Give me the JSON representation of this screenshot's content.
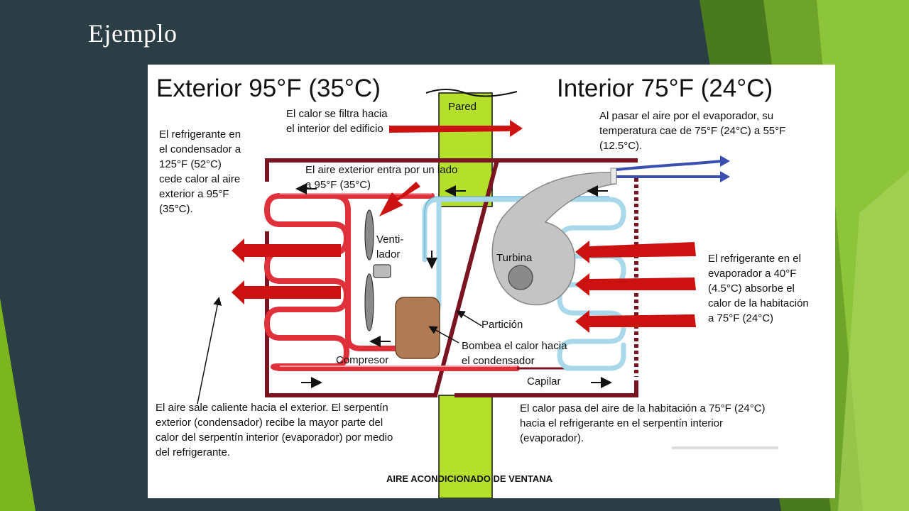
{
  "slide": {
    "title": "Ejemplo",
    "colors": {
      "background": "#2b3e46",
      "accent_green": "#7ab51d",
      "accent_dark_green": "#4a7a1e"
    }
  },
  "diagram": {
    "heading_exterior": "Exterior 95°F (35°C)",
    "heading_interior": "Interior 75°F (24°C)",
    "wall_label": "Pared",
    "heat_leak": "El calor se filtra hacia\nel interior del edificio",
    "evap_air": "Al pasar el aire por el evaporador, su\ntemperatura cae de 75°F (24°C) a 55°F\n(12.5°C).",
    "condenser_note": "El refrigerante en\nel condensador a\n125°F (52°C)\ncede calor al aire\nexterior a 95°F\n(35°C).",
    "outside_air": "El aire exterior entra por un lado\na 95°F (35°C)",
    "fan_label": "Venti-\nlador",
    "turbine_label": "Turbina",
    "evaporator_note": "El refrigerante en el\nevaporador a 40°F\n(4.5°C) absorbe el\ncalor de la habitación\na 75°F (24°C)",
    "partition_label": "Partición",
    "pump_note": "Bombea el calor hacia\nel condensador",
    "compressor_label": "Compresor",
    "capillary_label": "Capilar",
    "hot_air_note": "El aire sale caliente hacia el exterior. El serpentín\nexterior (condensador) recibe la mayor parte del\ncalor del serpentín interior (evaporador) por medio\ndel refrigerante.",
    "room_heat_note": "El calor pasa del aire de la habitación a 75°F (24°C)\nhacia el refrigerante en el serpentín interior\n(evaporador).",
    "caption": "AIRE ACONDICIONADO DE VENTANA",
    "colors": {
      "hot_coil": "#e0313a",
      "cold_coil": "#a9d8ea",
      "housing": "#7a1420",
      "wall": "#b4e02c",
      "heat_arrow": "#cc1111",
      "cool_air": "#3a4fb0",
      "compressor": "#b07a54",
      "turbine": "#c4c4c4"
    }
  }
}
